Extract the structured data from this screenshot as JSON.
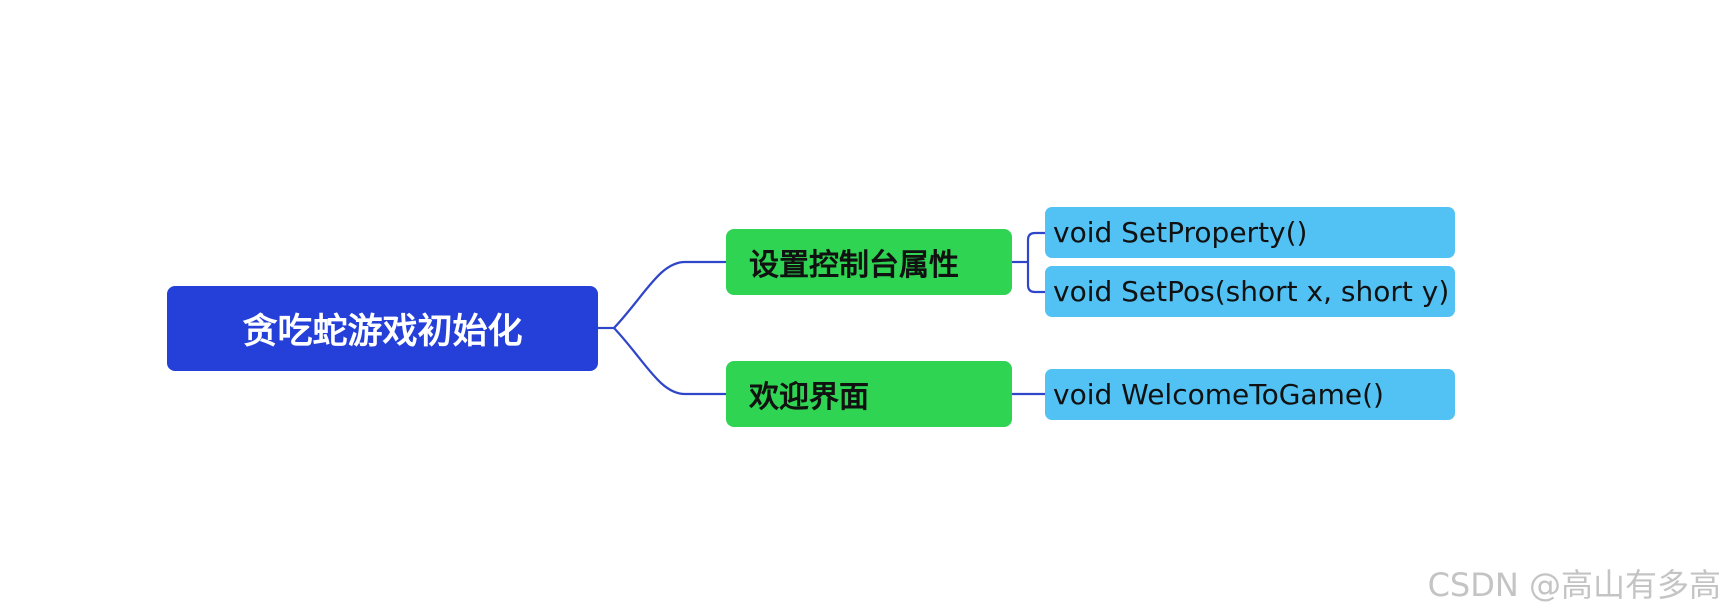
{
  "mindmap": {
    "root": {
      "label": "贪吃蛇游戏初始化"
    },
    "branches": [
      {
        "label": "设置控制台属性",
        "children": [
          {
            "label": "void SetProperty()"
          },
          {
            "label": "void SetPos(short x, short y)"
          }
        ]
      },
      {
        "label": "欢迎界面",
        "children": [
          {
            "label": "void WelcomeToGame()"
          }
        ]
      }
    ]
  },
  "watermark": {
    "text": "CSDN @高山有多高"
  },
  "colors": {
    "root_fill": "#2440d8",
    "branch_fill": "#2ed452",
    "leaf_fill": "#52c2f5",
    "connector": "#2f46c8"
  }
}
